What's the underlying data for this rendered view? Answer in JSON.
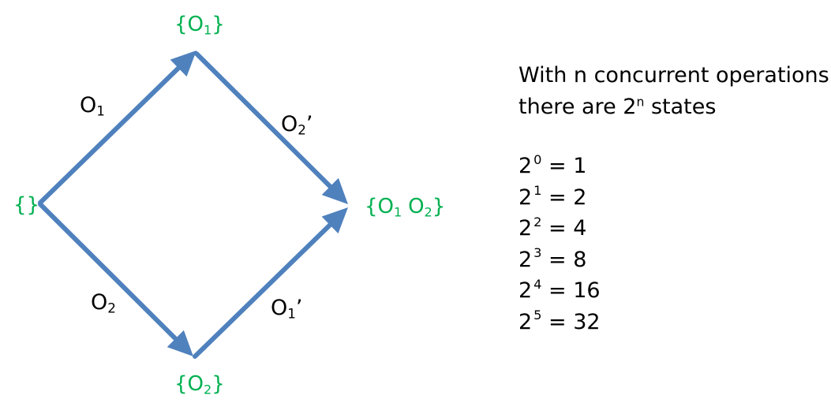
{
  "colors": {
    "edge": "#4f81bd",
    "state_text": "#00b050",
    "label_text": "#000000"
  },
  "states": {
    "start": "{}",
    "after_o1": {
      "open": "{O",
      "sub": "1",
      "close": "}"
    },
    "after_o2": {
      "open": "{O",
      "sub": "2",
      "close": "}"
    },
    "final": {
      "open": "{O",
      "sub1": "1",
      "mid": "O",
      "sub2": "2",
      "close": "}"
    }
  },
  "edges": {
    "o1": {
      "base": "O",
      "sub": "1"
    },
    "o2": {
      "base": "O",
      "sub": "2"
    },
    "o2_prime": {
      "base": "O",
      "sub": "2",
      "prime": "’"
    },
    "o1_prime": {
      "base": "O",
      "sub": "1",
      "prime": "’"
    }
  },
  "description": {
    "line1": "With n concurrent operations",
    "line2_before": "there are 2",
    "line2_sup": "n",
    "line2_after": " states"
  },
  "powers": [
    {
      "base": "2",
      "exponent": "0",
      "result": " = 1"
    },
    {
      "base": "2",
      "exponent": "1",
      "result": " = 2"
    },
    {
      "base": "2",
      "exponent": "2",
      "result": " = 4"
    },
    {
      "base": "2",
      "exponent": "3",
      "result": " = 8"
    },
    {
      "base": "2",
      "exponent": "4",
      "result": " = 16"
    },
    {
      "base": "2",
      "exponent": "5",
      "result": " = 32"
    }
  ]
}
